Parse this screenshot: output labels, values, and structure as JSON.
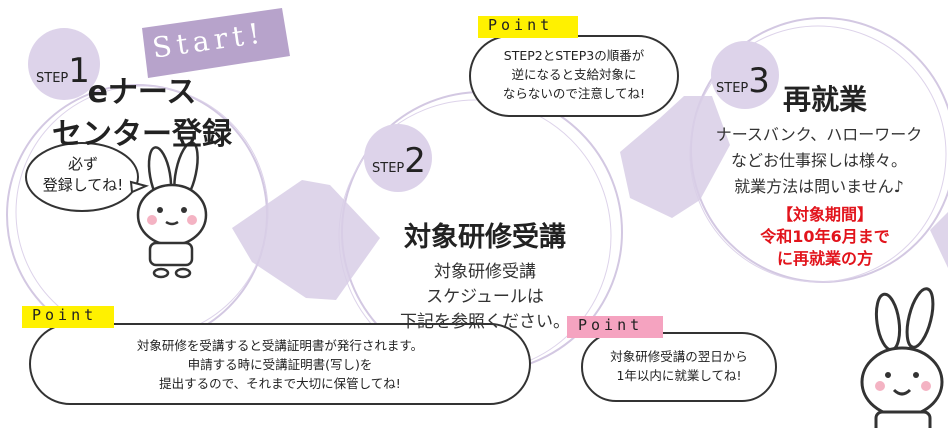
{
  "steps": [
    {
      "label": "STEP",
      "number": "1",
      "title_lines": [
        "eナース",
        "センター登録"
      ],
      "bubble": "必ず\n登録してね!"
    },
    {
      "label": "STEP",
      "number": "2",
      "title": "対象研修受講",
      "body": "対象研修受講\nスケジュールは\n下記を参照ください。"
    },
    {
      "label": "STEP",
      "number": "3",
      "title": "再就業",
      "body": "ナースバンク、ハローワーク\nなどお仕事探しは様々。\n就業方法は問いません♪",
      "highlight": "【対象期間】\n令和10年6月まで\nに再就業の方"
    }
  ],
  "start_label": "Start!",
  "points": [
    {
      "label": "Point",
      "text": "STEP2とSTEP3の順番が\n逆になると支給対象に\nならないので注意してね!"
    },
    {
      "label": "Point",
      "text": "対象研修を受講すると受講証明書が発行されます。\n申請する時に受講証明書(写し)を\n提出するので、それまで大切に保管してね!"
    },
    {
      "label": "Point",
      "text": "対象研修受講の翌日から\n1年以内に就業してね!"
    }
  ],
  "colors": {
    "lavender": "#d8cee6",
    "start_bg": "#b7a3cb",
    "highlighter_yellow": "#fff100",
    "highlighter_pink": "#f5a3c0",
    "red": "#e2141c"
  }
}
